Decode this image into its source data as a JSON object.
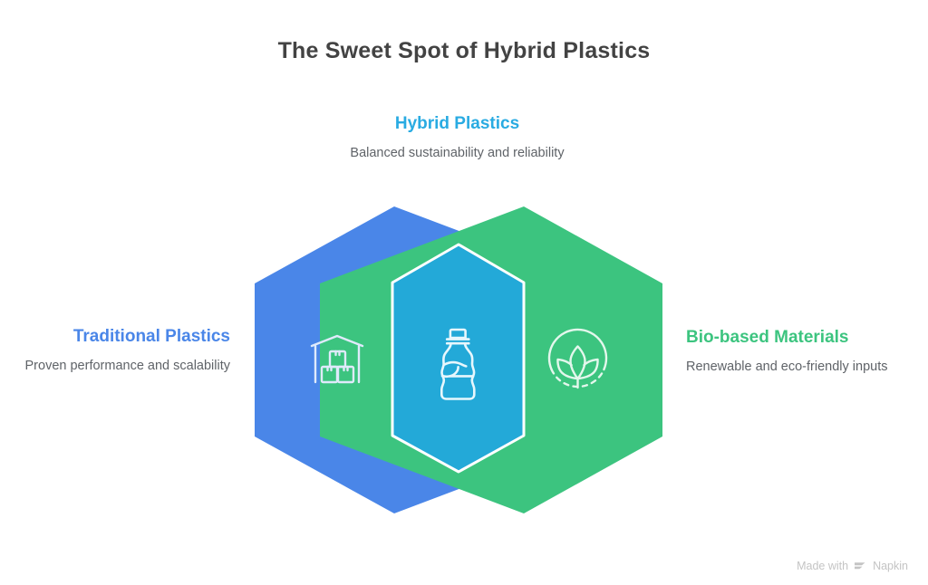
{
  "page": {
    "title": "The Sweet Spot of Hybrid Plastics",
    "background": "#ffffff"
  },
  "diagram": {
    "type": "venn-hexagon",
    "overlap_label": "Hybrid Plastics",
    "sets": [
      {
        "id": "traditional",
        "heading": "Traditional Plastics",
        "description": "Proven performance and scalability",
        "color": "#4a86e8",
        "icon": "warehouse-boxes-icon",
        "position": "left"
      },
      {
        "id": "hybrid",
        "heading": "Hybrid Plastics",
        "description": "Balanced sustainability and reliability",
        "color": "#23a9d8",
        "icon": "plastic-bottle-icon",
        "position": "center"
      },
      {
        "id": "biobased",
        "heading": "Bio-based Materials",
        "description": "Renewable and eco-friendly inputs",
        "color": "#3cc47f",
        "icon": "plant-sprout-circle-icon",
        "position": "right"
      }
    ]
  },
  "footer": {
    "made_with": "Made with",
    "brand": "Napkin",
    "logo_icon": "napkin-logo-icon"
  }
}
